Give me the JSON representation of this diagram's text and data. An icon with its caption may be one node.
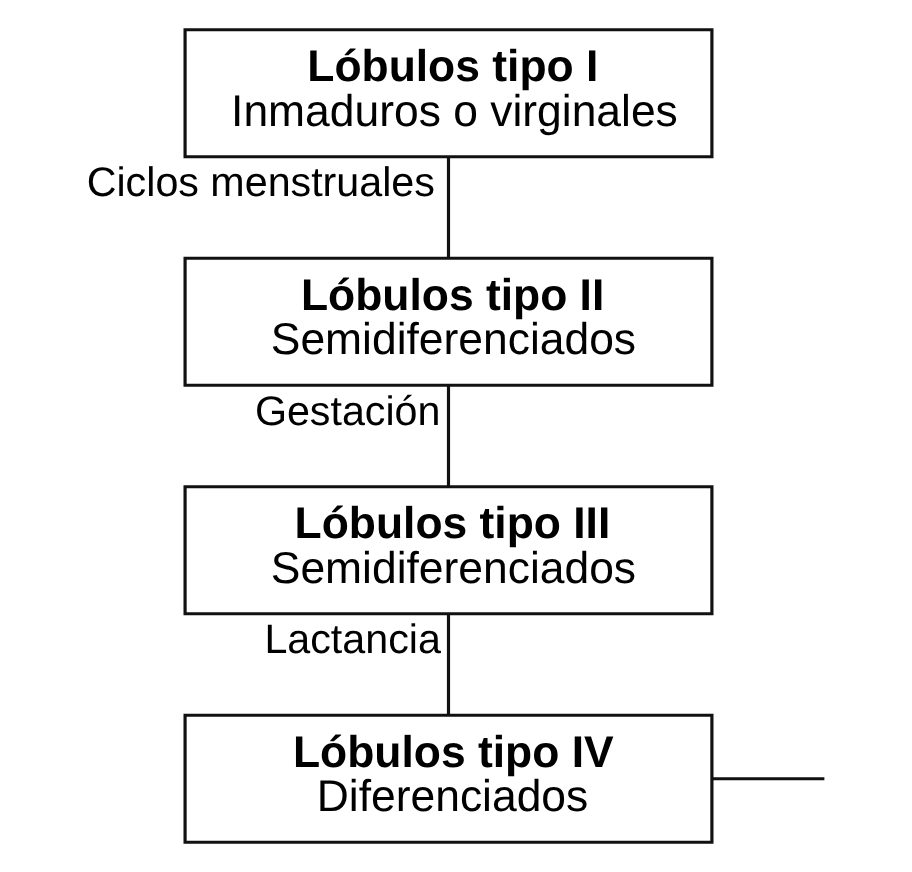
{
  "diagram": {
    "nodes": [
      {
        "text": [
          "Lóbulos tipo I",
          "Inmaduros o virginales"
        ]
      },
      {
        "text": [
          "Lóbulos tipo II",
          "Semidiferenciados"
        ]
      },
      {
        "text": [
          "Lóbulos tipo III",
          "Semidiferenciados"
        ]
      },
      {
        "text": [
          "Lóbulos tipo IV",
          "Diferenciados"
        ]
      }
    ],
    "edges": [
      {
        "from": 0,
        "to": 1,
        "arrow": "none",
        "label": "Ciclos menstruales"
      },
      {
        "from": 1,
        "to": 2,
        "arrow": "none",
        "label": "Gestación"
      },
      {
        "from": 2,
        "to": 3,
        "arrow": "none",
        "label": "Lactancia"
      },
      {
        "from": 3,
        "to": null,
        "arrow": "none"
      }
    ]
  }
}
